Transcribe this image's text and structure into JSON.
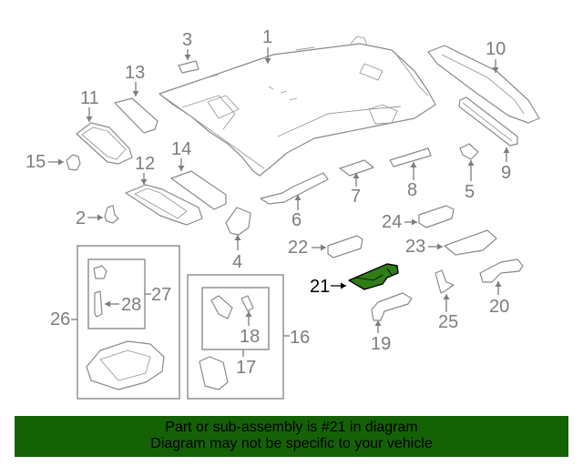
{
  "diagram": {
    "title": "Roof interior trim and lamps diagram",
    "highlight_color": "#2e7d16",
    "footer_color": "#156106",
    "highlighted_part": "21",
    "callouts": [
      {
        "id": "1",
        "label": "1"
      },
      {
        "id": "2",
        "label": "2"
      },
      {
        "id": "3",
        "label": "3"
      },
      {
        "id": "4",
        "label": "4"
      },
      {
        "id": "5",
        "label": "5"
      },
      {
        "id": "6",
        "label": "6"
      },
      {
        "id": "7",
        "label": "7"
      },
      {
        "id": "8",
        "label": "8"
      },
      {
        "id": "9",
        "label": "9"
      },
      {
        "id": "10",
        "label": "10"
      },
      {
        "id": "11",
        "label": "11"
      },
      {
        "id": "12",
        "label": "12"
      },
      {
        "id": "13",
        "label": "13"
      },
      {
        "id": "14",
        "label": "14"
      },
      {
        "id": "15",
        "label": "15"
      },
      {
        "id": "16",
        "label": "16"
      },
      {
        "id": "17",
        "label": "17"
      },
      {
        "id": "18",
        "label": "18"
      },
      {
        "id": "19",
        "label": "19"
      },
      {
        "id": "20",
        "label": "20"
      },
      {
        "id": "21",
        "label": "21"
      },
      {
        "id": "22",
        "label": "22"
      },
      {
        "id": "23",
        "label": "23"
      },
      {
        "id": "24",
        "label": "24"
      },
      {
        "id": "25",
        "label": "25"
      },
      {
        "id": "26",
        "label": "26"
      },
      {
        "id": "27",
        "label": "27"
      },
      {
        "id": "28",
        "label": "28"
      }
    ]
  },
  "footer": {
    "line1": "Part or sub-assembly is #21 in diagram",
    "line2": "Diagram may not be specific to your vehicle"
  }
}
